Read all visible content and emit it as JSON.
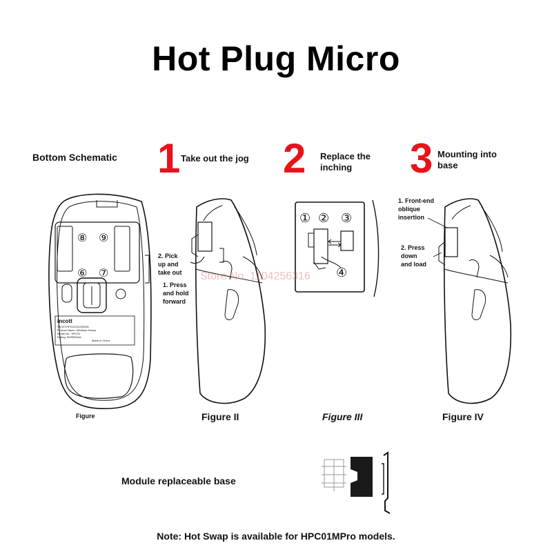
{
  "title": "Hot Plug Micro",
  "sections": {
    "bottom": {
      "label": "Bottom Schematic",
      "figure": "Figure"
    },
    "step1": {
      "num": "1",
      "label": "Take out the jog",
      "note_pick": [
        "2. Pick",
        "up and",
        "take out"
      ],
      "note_press": [
        "1. Press",
        "and hold",
        "forward"
      ],
      "figure": "Figure II"
    },
    "step2": {
      "num": "2",
      "label": [
        "Replace the",
        "inching"
      ],
      "circles": [
        "①",
        "②",
        "③",
        "④"
      ],
      "figure": "Figure III"
    },
    "step3": {
      "num": "3",
      "label": [
        "Mounting into",
        "base"
      ],
      "note_front": [
        "1. Front-end",
        "oblique",
        "insertion"
      ],
      "note_press": [
        "2. Press",
        "down",
        "and load"
      ],
      "figure": "Figure IV"
    }
  },
  "mouse_bottom": {
    "brand": "incott",
    "slot_numbers": [
      "⑧",
      "⑨",
      "⑥",
      "⑦"
    ],
    "label_lines": [
      "SN:ICTHPC01231229001",
      "Product Name: Wireless Mouse",
      "Model No.: HPC01",
      "Rating: 5V⎓500mA",
      "Made in China"
    ]
  },
  "module": {
    "label": "Module replaceable base"
  },
  "watermark": "Store No. 1104256316",
  "footer": "Note: Hot Swap is available for HPC01MPro models.",
  "colors": {
    "accent": "#e8121b",
    "text": "#111111",
    "background": "#ffffff"
  }
}
